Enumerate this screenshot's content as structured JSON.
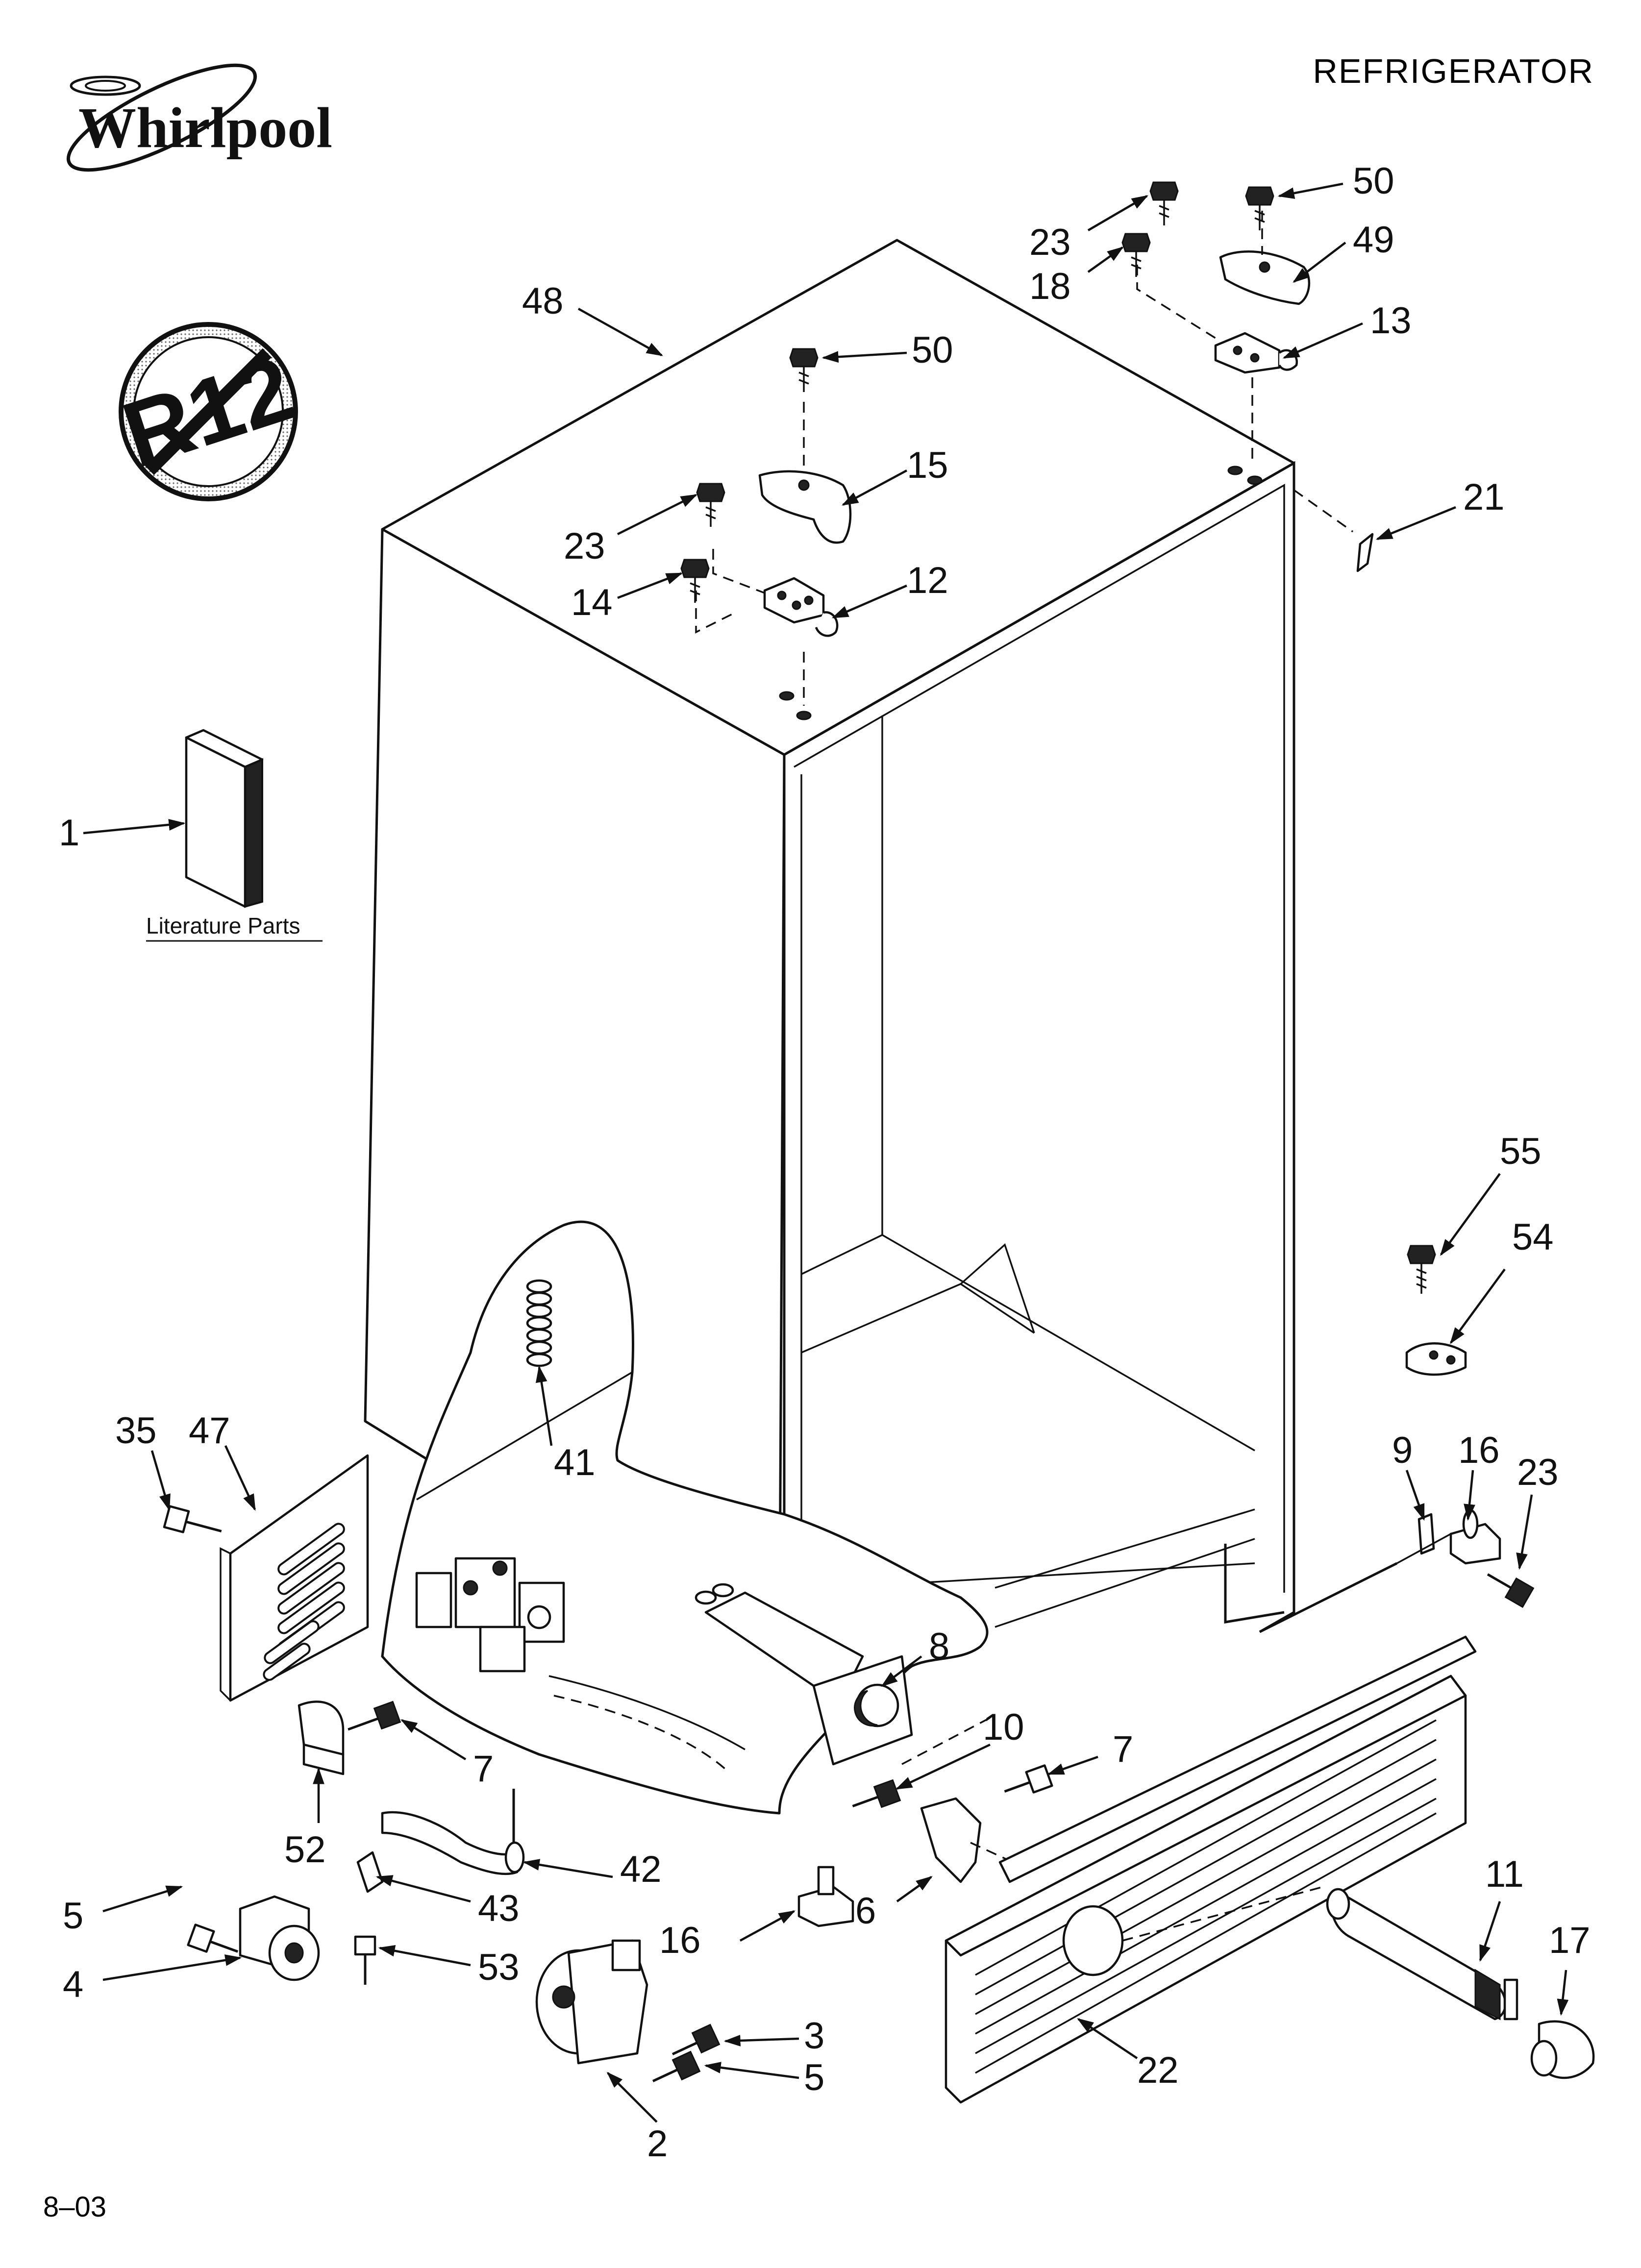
{
  "title": "REFRIGERATOR",
  "brand": "Whirlpool",
  "footer": "8–03",
  "literature_label": "Literature Parts",
  "r12_label": "R12",
  "callouts": {
    "c1": "1",
    "c2": "2",
    "c3": "3",
    "c4": "4",
    "c5a": "5",
    "c5b": "5",
    "c6": "6",
    "c7a": "7",
    "c7b": "7",
    "c8": "8",
    "c9": "9",
    "c10": "10",
    "c11": "11",
    "c12": "12",
    "c13": "13",
    "c14": "14",
    "c15": "15",
    "c16a": "16",
    "c16b": "16",
    "c17": "17",
    "c18": "18",
    "c21": "21",
    "c22": "22",
    "c23a": "23",
    "c23b": "23",
    "c23c": "23",
    "c35": "35",
    "c41": "41",
    "c42": "42",
    "c43": "43",
    "c47": "47",
    "c48": "48",
    "c49": "49",
    "c50a": "50",
    "c50b": "50",
    "c52": "52",
    "c53": "53",
    "c54": "54",
    "c55": "55"
  }
}
